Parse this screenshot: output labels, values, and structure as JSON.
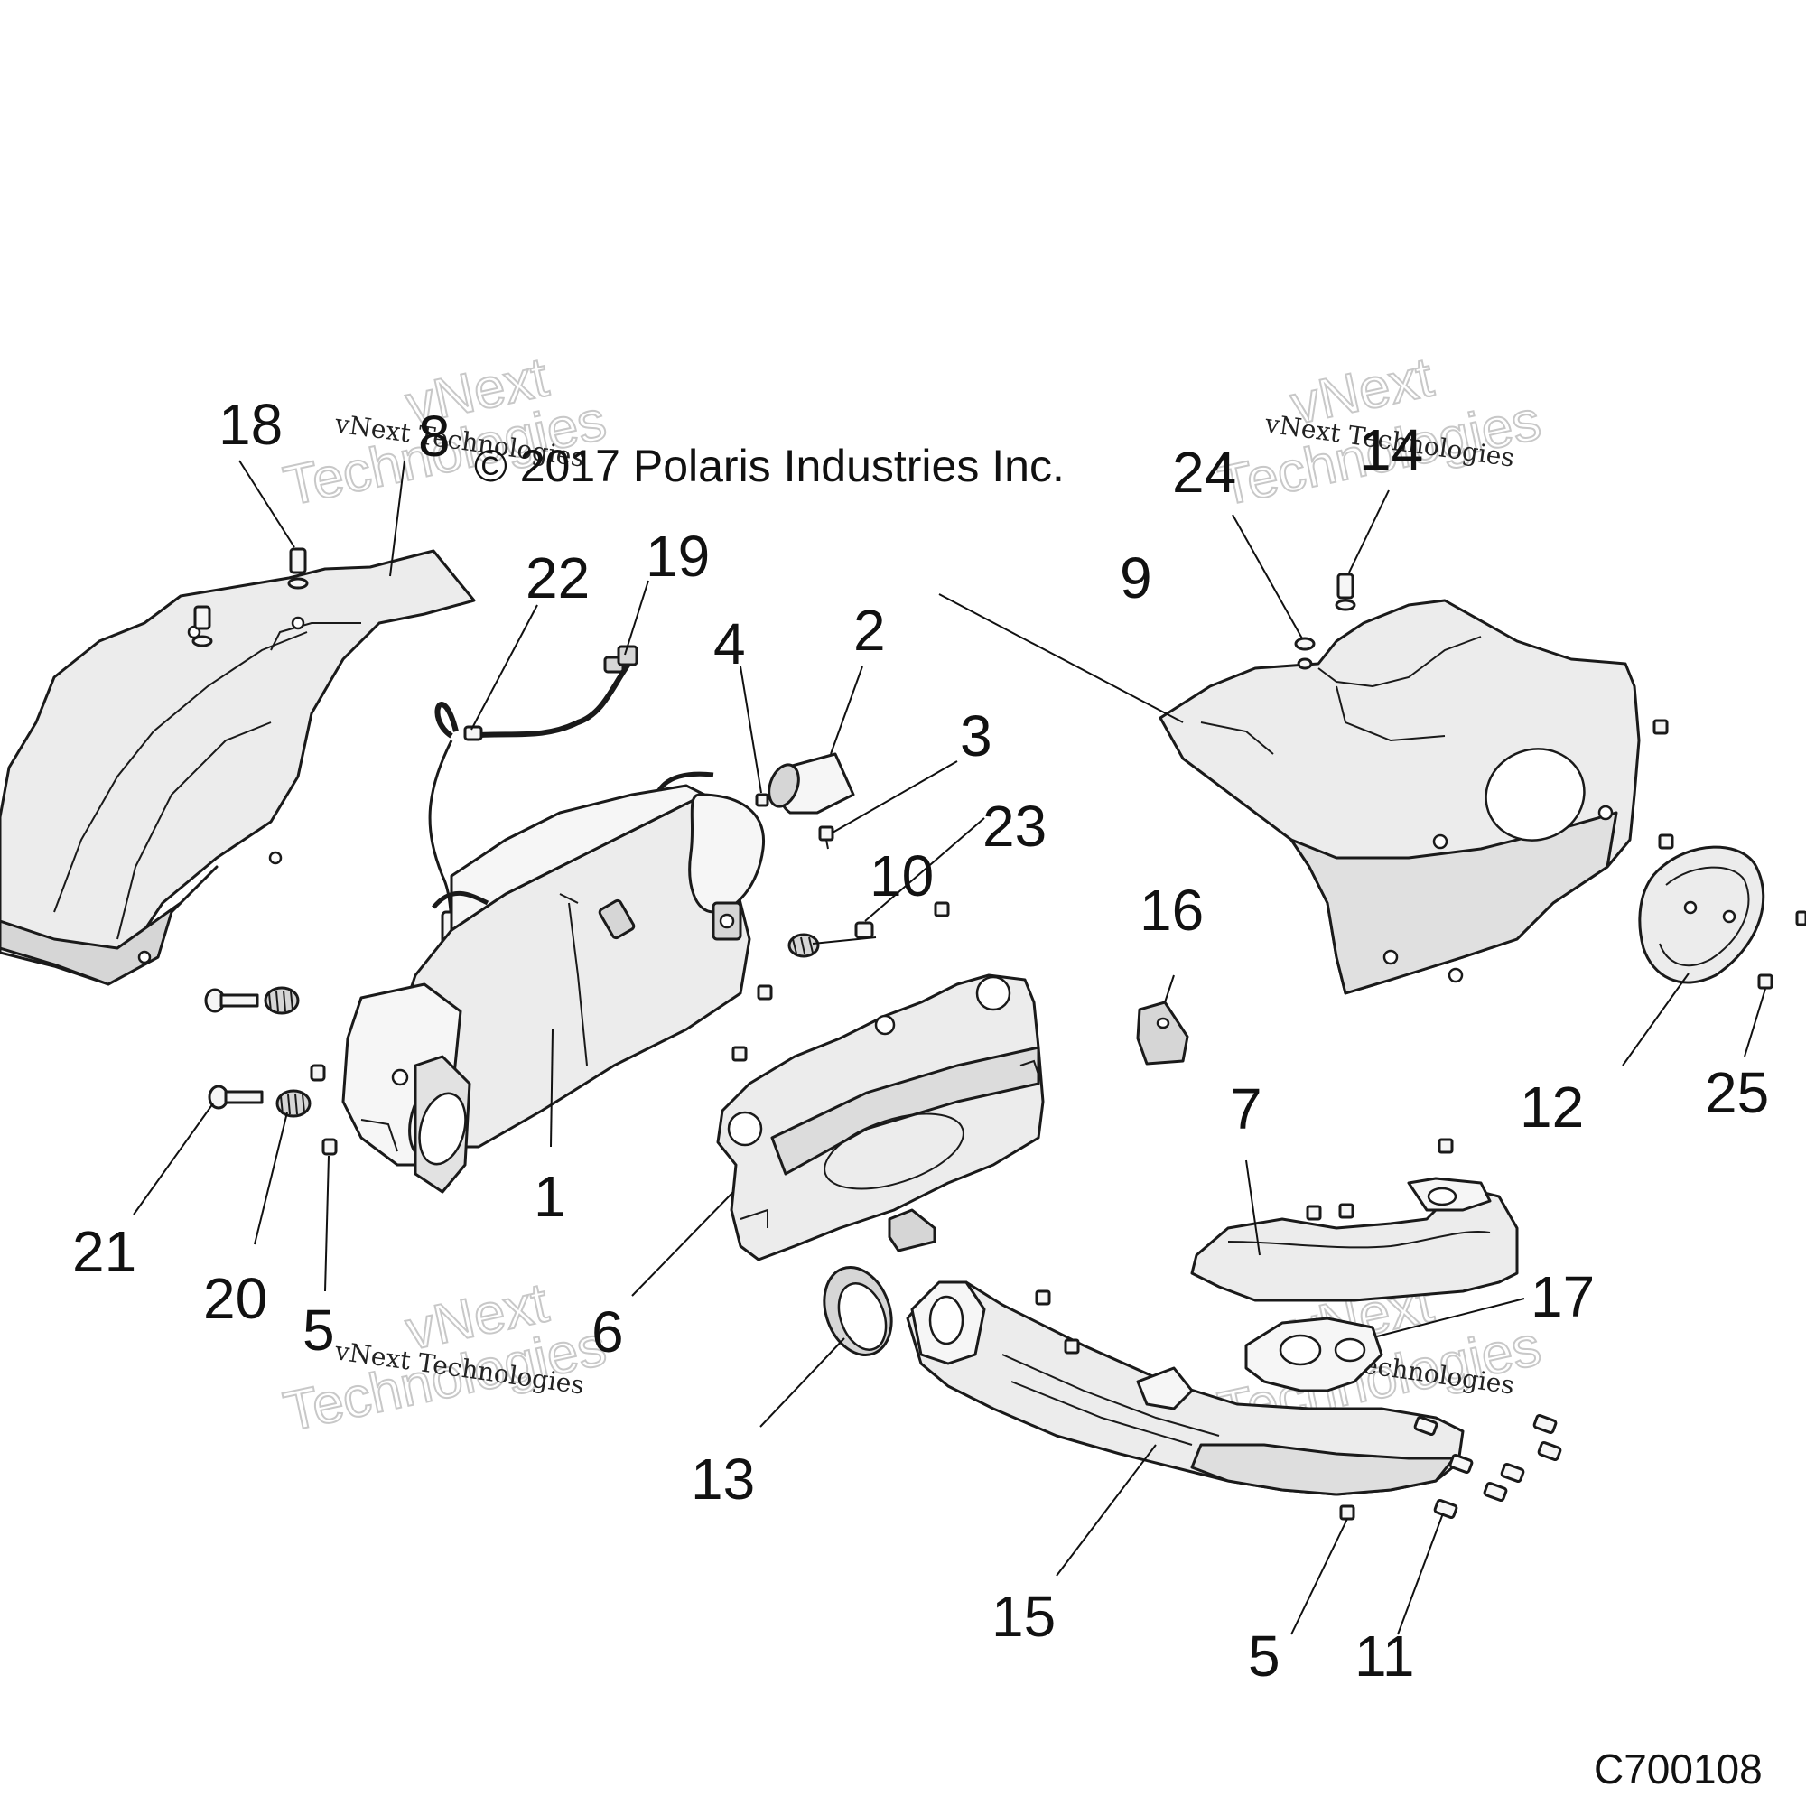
{
  "copyright": "© 2017 Polaris Industries Inc.",
  "figure_id": "C700108",
  "watermarks": {
    "small": "vNext Technologies",
    "big_line1": "vNext",
    "big_line2": "Technologies"
  },
  "callouts": {
    "c1": "1",
    "c2": "2",
    "c3": "3",
    "c4": "4",
    "c5a": "5",
    "c5b": "5",
    "c6": "6",
    "c7": "7",
    "c8": "8",
    "c9": "9",
    "c10": "10",
    "c11": "11",
    "c12": "12",
    "c13": "13",
    "c14": "14",
    "c15": "15",
    "c16": "16",
    "c17": "17",
    "c18": "18",
    "c19": "19",
    "c20": "20",
    "c21": "21",
    "c22": "22",
    "c23": "23",
    "c24": "24",
    "c25": "25"
  }
}
